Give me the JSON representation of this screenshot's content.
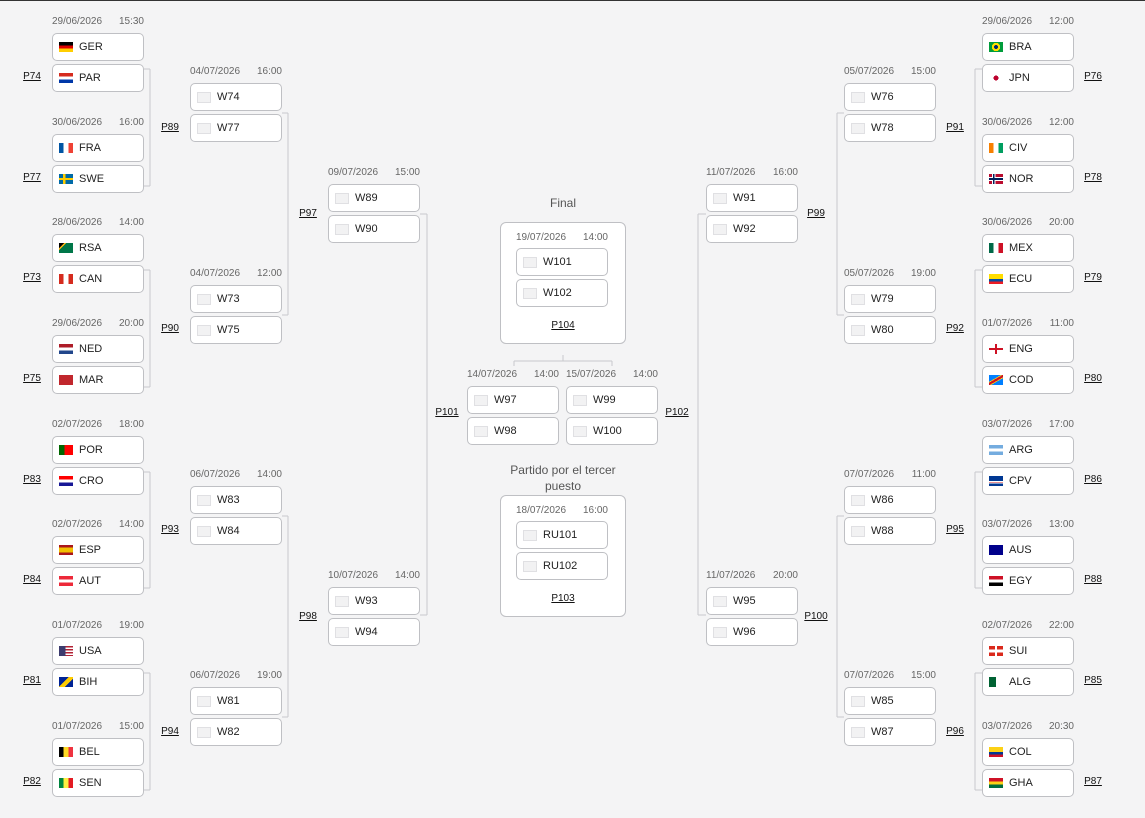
{
  "colors": {
    "line": "#c8c9cd",
    "border": "#bfc0c4",
    "bg": "#f4f4f5"
  },
  "r32": [
    {
      "id": "P74",
      "date": "29/06/2026",
      "time": "15:30",
      "a": {
        "code": "GER",
        "flag": "GER"
      },
      "b": {
        "code": "PAR",
        "flag": "PAR"
      }
    },
    {
      "id": "P77",
      "date": "30/06/2026",
      "time": "16:00",
      "a": {
        "code": "FRA",
        "flag": "FRA"
      },
      "b": {
        "code": "SWE",
        "flag": "SWE"
      }
    },
    {
      "id": "P73",
      "date": "28/06/2026",
      "time": "14:00",
      "a": {
        "code": "RSA",
        "flag": "RSA"
      },
      "b": {
        "code": "CAN",
        "flag": "CAN"
      }
    },
    {
      "id": "P75",
      "date": "29/06/2026",
      "time": "20:00",
      "a": {
        "code": "NED",
        "flag": "NED"
      },
      "b": {
        "code": "MAR",
        "flag": "MAR"
      }
    },
    {
      "id": "P83",
      "date": "02/07/2026",
      "time": "18:00",
      "a": {
        "code": "POR",
        "flag": "POR"
      },
      "b": {
        "code": "CRO",
        "flag": "CRO"
      }
    },
    {
      "id": "P84",
      "date": "02/07/2026",
      "time": "14:00",
      "a": {
        "code": "ESP",
        "flag": "ESP"
      },
      "b": {
        "code": "AUT",
        "flag": "AUT"
      }
    },
    {
      "id": "P81",
      "date": "01/07/2026",
      "time": "19:00",
      "a": {
        "code": "USA",
        "flag": "USA"
      },
      "b": {
        "code": "BIH",
        "flag": "BIH"
      }
    },
    {
      "id": "P82",
      "date": "01/07/2026",
      "time": "15:00",
      "a": {
        "code": "BEL",
        "flag": "BEL"
      },
      "b": {
        "code": "SEN",
        "flag": "SEN"
      }
    },
    {
      "id": "P76",
      "date": "29/06/2026",
      "time": "12:00",
      "a": {
        "code": "BRA",
        "flag": "BRA"
      },
      "b": {
        "code": "JPN",
        "flag": "JPN"
      }
    },
    {
      "id": "P78",
      "date": "30/06/2026",
      "time": "12:00",
      "a": {
        "code": "CIV",
        "flag": "CIV"
      },
      "b": {
        "code": "NOR",
        "flag": "NOR"
      }
    },
    {
      "id": "P79",
      "date": "30/06/2026",
      "time": "20:00",
      "a": {
        "code": "MEX",
        "flag": "MEX"
      },
      "b": {
        "code": "ECU",
        "flag": "ECU"
      }
    },
    {
      "id": "P80",
      "date": "01/07/2026",
      "time": "11:00",
      "a": {
        "code": "ENG",
        "flag": "ENG"
      },
      "b": {
        "code": "COD",
        "flag": "COD"
      }
    },
    {
      "id": "P86",
      "date": "03/07/2026",
      "time": "17:00",
      "a": {
        "code": "ARG",
        "flag": "ARG"
      },
      "b": {
        "code": "CPV",
        "flag": "CPV"
      }
    },
    {
      "id": "P88",
      "date": "03/07/2026",
      "time": "13:00",
      "a": {
        "code": "AUS",
        "flag": "AUS"
      },
      "b": {
        "code": "EGY",
        "flag": "EGY"
      }
    },
    {
      "id": "P85",
      "date": "02/07/2026",
      "time": "22:00",
      "a": {
        "code": "SUI",
        "flag": "SUI"
      },
      "b": {
        "code": "ALG",
        "flag": "ALG"
      }
    },
    {
      "id": "P87",
      "date": "03/07/2026",
      "time": "20:30",
      "a": {
        "code": "COL",
        "flag": "COL"
      },
      "b": {
        "code": "GHA",
        "flag": "GHA"
      }
    }
  ],
  "r16": [
    {
      "id": "P89",
      "date": "04/07/2026",
      "time": "16:00",
      "a": "W74",
      "b": "W77"
    },
    {
      "id": "P90",
      "date": "04/07/2026",
      "time": "12:00",
      "a": "W73",
      "b": "W75"
    },
    {
      "id": "P93",
      "date": "06/07/2026",
      "time": "14:00",
      "a": "W83",
      "b": "W84"
    },
    {
      "id": "P94",
      "date": "06/07/2026",
      "time": "19:00",
      "a": "W81",
      "b": "W82"
    },
    {
      "id": "P91",
      "date": "05/07/2026",
      "time": "15:00",
      "a": "W76",
      "b": "W78"
    },
    {
      "id": "P92",
      "date": "05/07/2026",
      "time": "19:00",
      "a": "W79",
      "b": "W80"
    },
    {
      "id": "P95",
      "date": "07/07/2026",
      "time": "11:00",
      "a": "W86",
      "b": "W88"
    },
    {
      "id": "P96",
      "date": "07/07/2026",
      "time": "15:00",
      "a": "W85",
      "b": "W87"
    }
  ],
  "qf": [
    {
      "id": "P97",
      "date": "09/07/2026",
      "time": "15:00",
      "a": "W89",
      "b": "W90"
    },
    {
      "id": "P98",
      "date": "10/07/2026",
      "time": "14:00",
      "a": "W93",
      "b": "W94"
    },
    {
      "id": "P99",
      "date": "11/07/2026",
      "time": "16:00",
      "a": "W91",
      "b": "W92"
    },
    {
      "id": "P100",
      "date": "11/07/2026",
      "time": "20:00",
      "a": "W95",
      "b": "W96"
    }
  ],
  "sf": [
    {
      "id": "P101",
      "date": "14/07/2026",
      "time": "14:00",
      "a": "W97",
      "b": "W98"
    },
    {
      "id": "P102",
      "date": "15/07/2026",
      "time": "14:00",
      "a": "W99",
      "b": "W100"
    }
  ],
  "final": {
    "title": "Final",
    "id": "P104",
    "date": "19/07/2026",
    "time": "14:00",
    "a": "W101",
    "b": "W102"
  },
  "third": {
    "title": "Partido por el tercer puesto",
    "id": "P103",
    "date": "18/07/2026",
    "time": "16:00",
    "a": "RU101",
    "b": "RU102"
  }
}
